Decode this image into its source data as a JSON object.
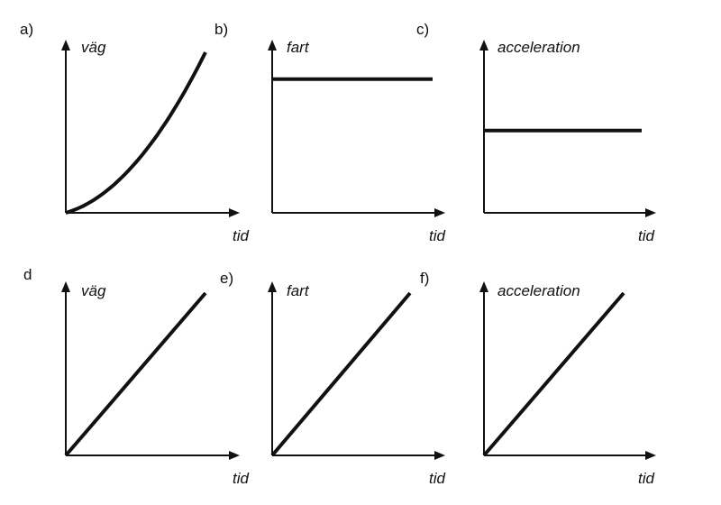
{
  "chart_data": [
    {
      "panel": "a)",
      "ylabel": "väg",
      "xlabel": "tid",
      "shape": "quadratic"
    },
    {
      "panel": "b)",
      "ylabel": "fart",
      "xlabel": "tid",
      "shape": "constant",
      "level": 0.78
    },
    {
      "panel": "c)",
      "ylabel": "acceleration",
      "xlabel": "tid",
      "shape": "constant",
      "level": 0.48
    },
    {
      "panel": "d",
      "ylabel": "väg",
      "xlabel": "tid",
      "shape": "linear"
    },
    {
      "panel": "e)",
      "ylabel": "fart",
      "xlabel": "tid",
      "shape": "linear"
    },
    {
      "panel": "f)",
      "ylabel": "acceleration",
      "xlabel": "tid",
      "shape": "linear"
    }
  ]
}
